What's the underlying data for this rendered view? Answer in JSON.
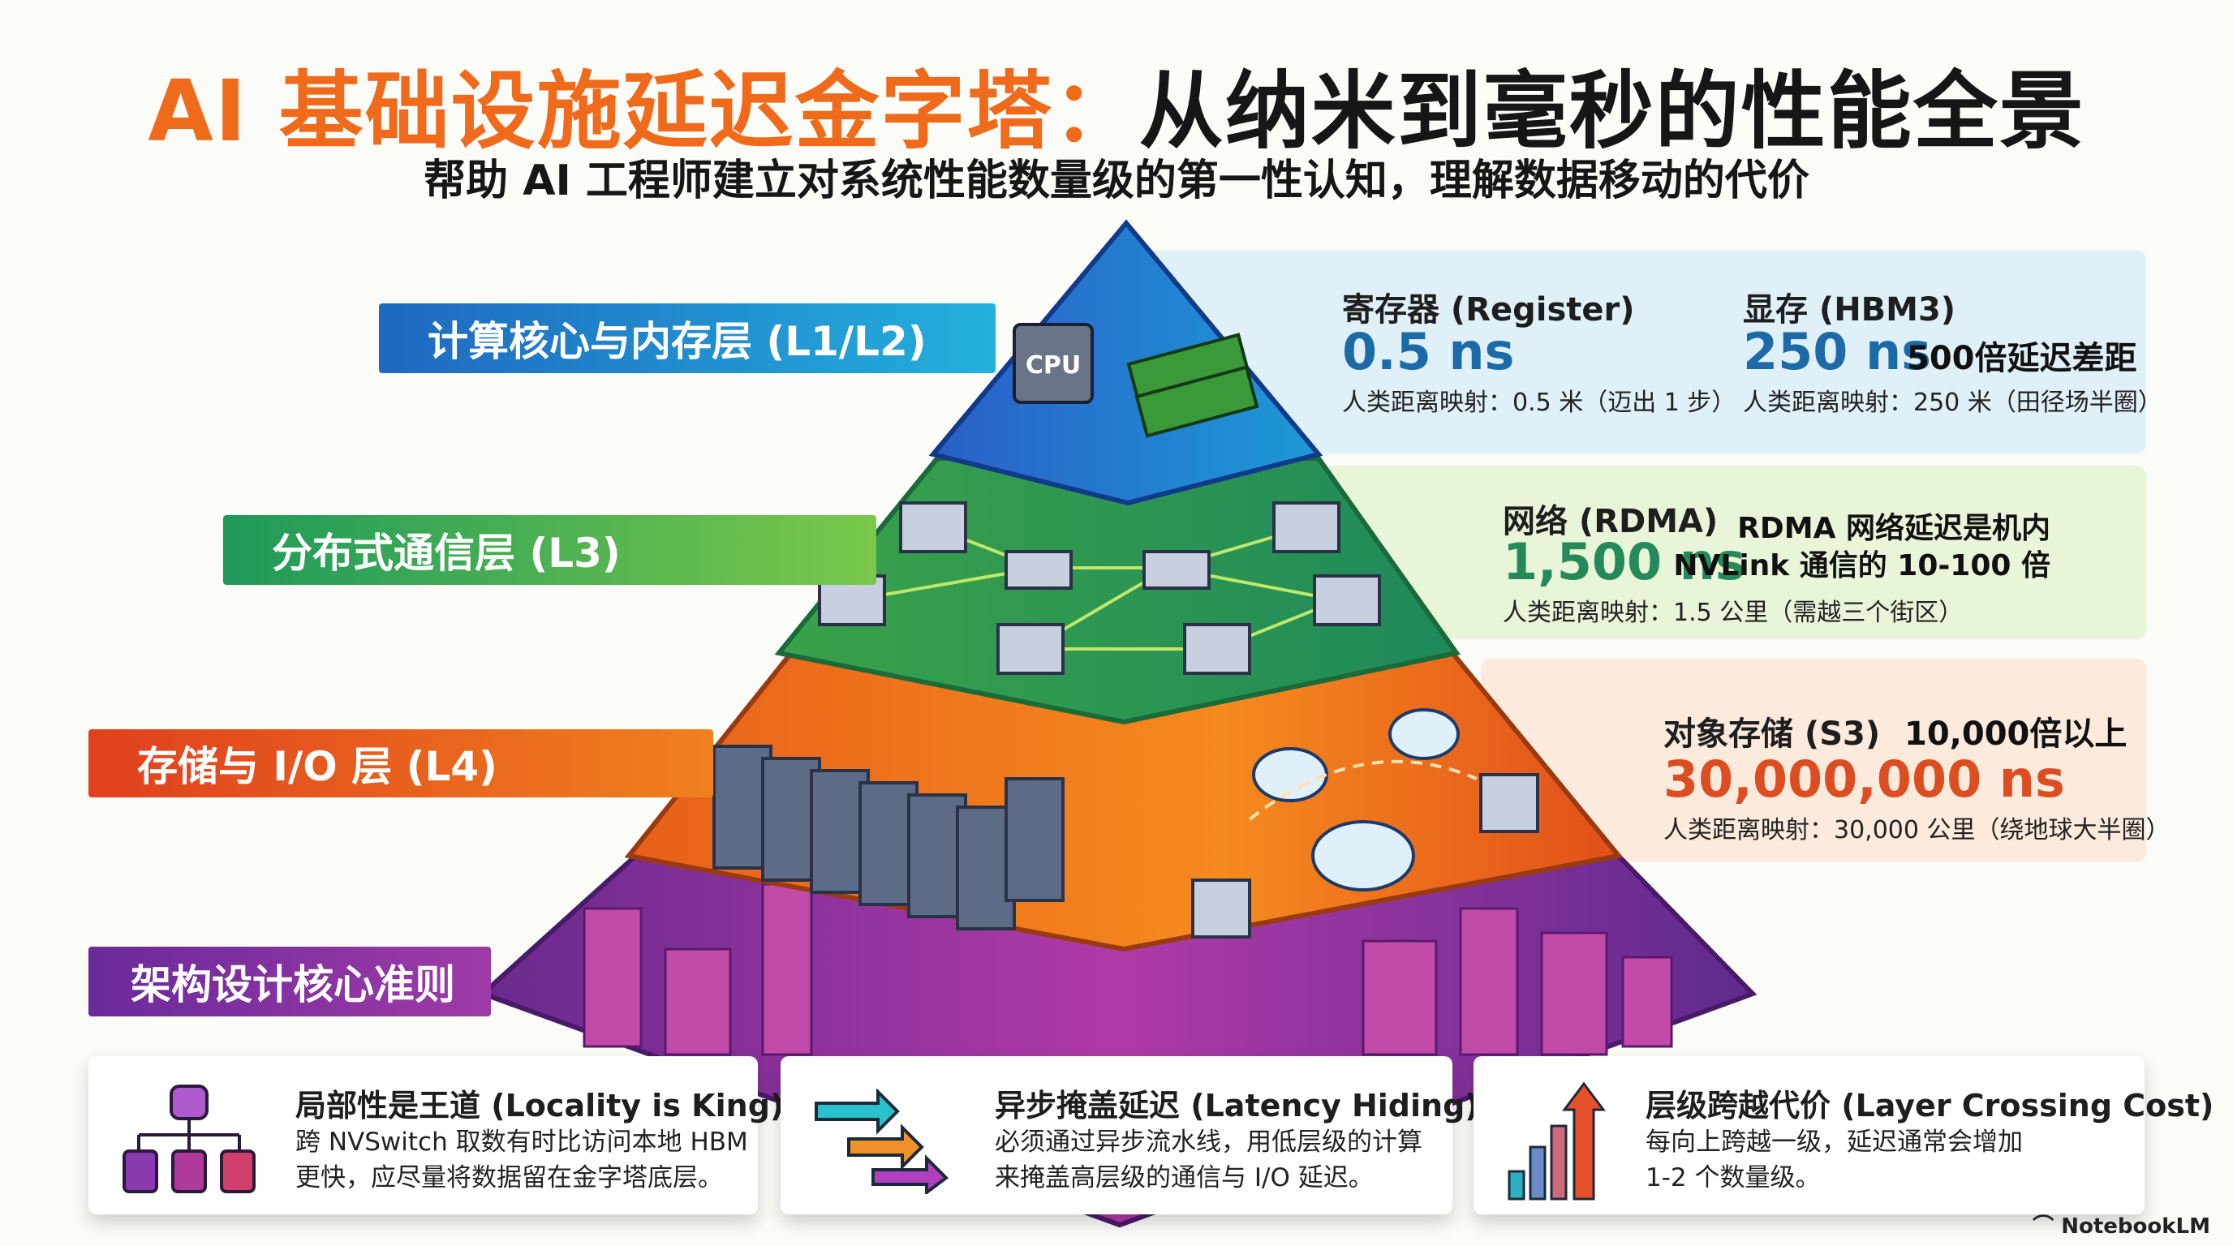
{
  "title": {
    "accent": "AI 基础设施延迟金字塔：",
    "main": "从纳米到毫秒的性能全景"
  },
  "subtitle": "帮助 AI 工程师建立对系统性能数量级的第一性认知，理解数据移动的代价",
  "colors": {
    "title_accent": "#ef6a1a",
    "l1l2": "#1f7fc4",
    "l3": "#2aa35a",
    "l4": "#e8581e",
    "principles": "#7a2a9a"
  },
  "layers": [
    {
      "label": "计算核心与内存层 (L1/L2)",
      "icons": [
        "cpu-chip-icon",
        "memory-module-icon"
      ]
    },
    {
      "label": "分布式通信层 (L3)",
      "icons": [
        "network-server-icon"
      ]
    },
    {
      "label": "存储与 I/O 层 (L4)",
      "icons": [
        "server-rack-icon",
        "cloud-icon"
      ]
    },
    {
      "label": "架构设计核心准则",
      "icons": [
        "building-icon"
      ]
    }
  ],
  "panels": {
    "l1l2": {
      "register": {
        "name": "寄存器 (Register)",
        "value": "0.5 ns",
        "mapping": "人类距离映射：0.5 米（迈出 1 步）"
      },
      "hbm": {
        "name": "显存 (HBM3)",
        "value": "250 ns",
        "note": "500倍延迟差距",
        "mapping": "人类距离映射：250 米（田径场半圈）"
      }
    },
    "l3": {
      "name": "网络 (RDMA)",
      "value": "1,500 ns",
      "note_line1": "RDMA 网络延迟是机内",
      "note_line2": "NVLink 通信的 10-100 倍",
      "mapping": "人类距离映射：1.5 公里（需越三个街区）"
    },
    "l4": {
      "name": "对象存储 (S3)",
      "value": "30,000,000 ns",
      "note": "10,000倍以上",
      "mapping": "人类距离映射：30,000 公里（绕地球大半圈）"
    }
  },
  "principles": [
    {
      "title": "局部性是王道 (Locality is King)",
      "line1": "跨 NVSwitch 取数有时比访问本地 HBM",
      "line2": "更快，应尽量将数据留在金字塔底层。",
      "icon": "database-hierarchy-icon"
    },
    {
      "title": "异步掩盖延迟 (Latency Hiding)",
      "line1": "必须通过异步流水线，用低层级的计算",
      "line2": "来掩盖高层级的通信与 I/O 延迟。",
      "icon": "pipeline-arrows-icon"
    },
    {
      "title": "层级跨越代价 (Layer Crossing Cost)",
      "line1": "每向上跨越一级，延迟通常会增加",
      "line2": "1-2 个数量级。",
      "icon": "rising-bars-icon"
    }
  ],
  "brand": "NotebookLM"
}
